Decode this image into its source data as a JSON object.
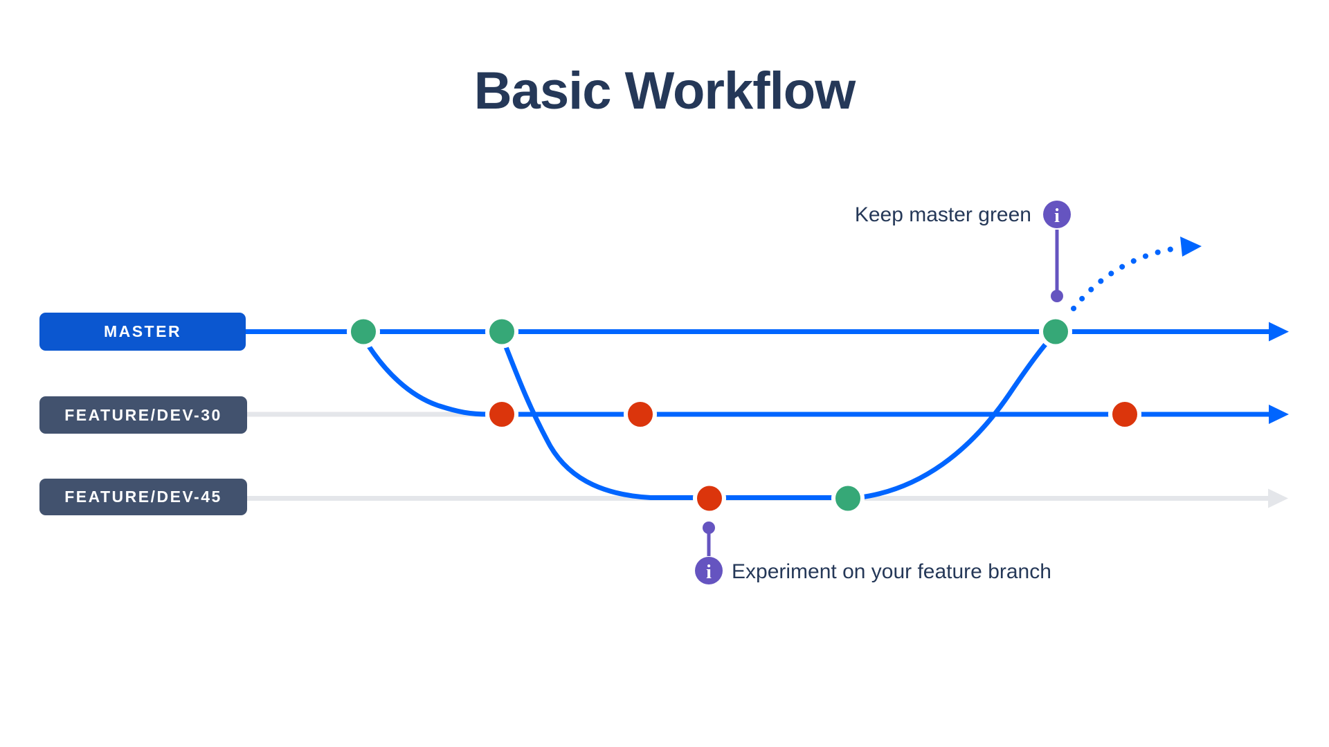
{
  "title": "Basic Workflow",
  "branches": [
    {
      "label": "MASTER"
    },
    {
      "label": "FEATURE/DEV-30"
    },
    {
      "label": "FEATURE/DEV-45"
    }
  ],
  "annotations": {
    "top": {
      "text": "Keep master green",
      "icon": "info-icon"
    },
    "bottom": {
      "text": "Experiment on your feature branch",
      "icon": "info-icon"
    }
  },
  "info_glyph": "i",
  "commits": {
    "master": [
      "green",
      "green",
      "green"
    ],
    "feature_dev_30": [
      "red",
      "red",
      "red"
    ],
    "feature_dev_45": [
      "red",
      "green"
    ]
  },
  "colors": {
    "line_blue": "#0065FF",
    "badge_blue": "#0B57D0",
    "badge_slate": "#42526E",
    "track_gray": "#E4E6EA",
    "commit_green": "#36A877",
    "commit_red": "#DB350C",
    "purple": "#6554C0",
    "text_navy": "#253858",
    "background": "#FFFFFF"
  }
}
